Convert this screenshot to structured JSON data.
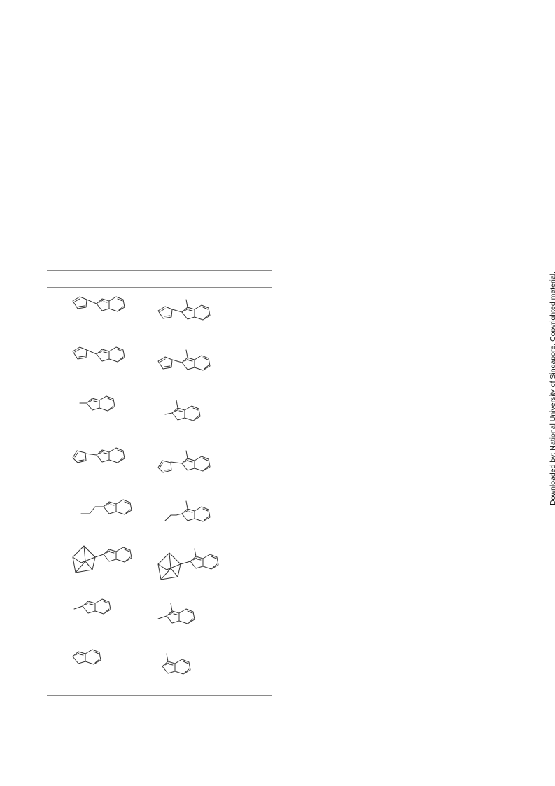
{
  "watermark": {
    "text": "Downloaded by: National University of Singapore. Copyrighted material."
  },
  "table": {
    "rows": [
      {
        "left": "thiophen-2-yl benzothiophene",
        "right": "3-methyl thiophen-2-yl benzothiophene"
      },
      {
        "left": "thiophen-2-yl benzothiophene",
        "right": "3-methyl thiophen-2-yl benzothiophene"
      },
      {
        "left": "2-methyl benzothiophene",
        "right": "2,3-dimethyl benzothiophene"
      },
      {
        "left": "thiophen-3-yl benzothiophene",
        "right": "3-methyl thiophen-3-yl benzothiophene"
      },
      {
        "left": "2-propyl benzothiophene",
        "right": "3-methyl 2-propyl benzothiophene"
      },
      {
        "left": "2-adamantyl benzothiophene",
        "right": "3-methyl 2-adamantyl benzothiophene"
      },
      {
        "left": "2-methyl benzothiophene",
        "right": "2,3-dimethyl benzothiophene"
      },
      {
        "left": "benzothiophene",
        "right": "3-methyl benzothiophene"
      }
    ]
  }
}
